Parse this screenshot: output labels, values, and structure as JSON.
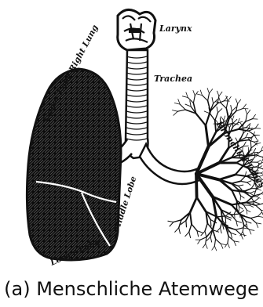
{
  "figure": {
    "labels": {
      "larynx": "Larynx",
      "trachea": "Trachea",
      "upper_lobe": "Upper Lobe Right Lung",
      "bronchial_tubes": "Bronchial Tubes",
      "middle_lobe": "Middle Lobe",
      "lower_lobe": "Lower Lobe"
    },
    "caption": "(a) Menschliche Atemwege"
  }
}
